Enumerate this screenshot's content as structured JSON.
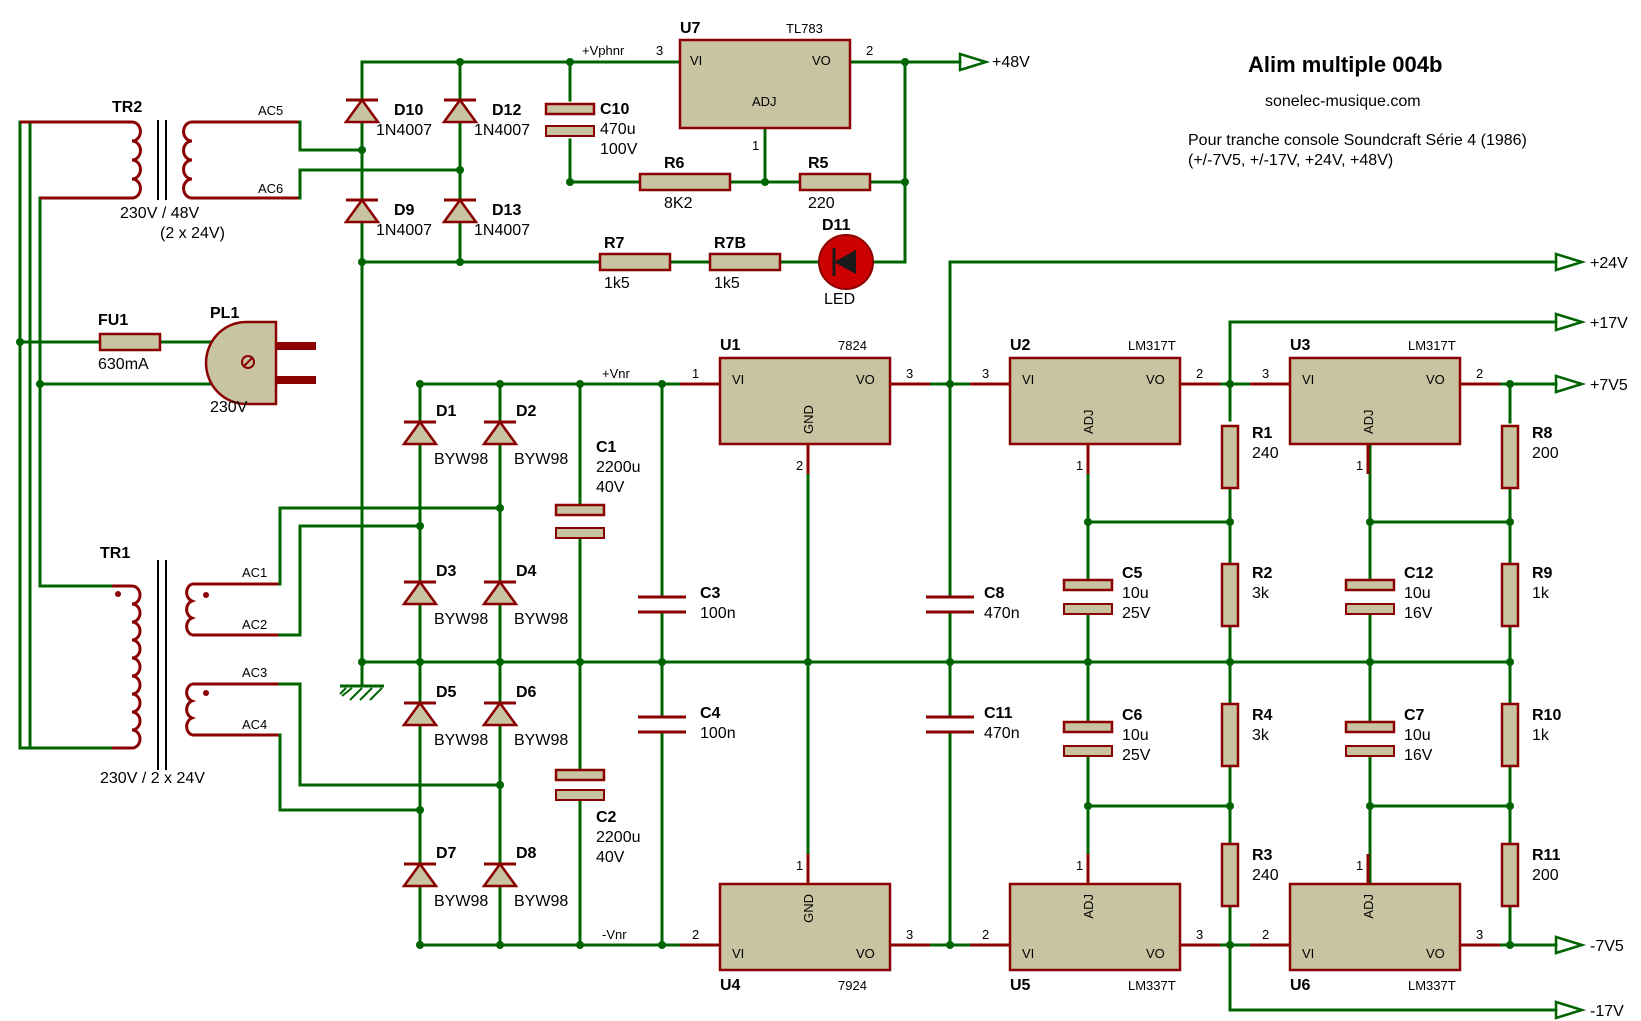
{
  "title": {
    "main": "Alim multiple 004b",
    "site": "sonelec-musique.com",
    "desc1": "Pour tranche console Soundcraft Série 4 (1986)",
    "desc2": "(+/-7V5, +/-17V, +24V, +48V)"
  },
  "nets": {
    "vphnr": "+Vphnr",
    "vnr_pos": "+Vnr",
    "vnr_neg": "-Vnr",
    "out48": "+48V",
    "out24": "+24V",
    "out17": "+17V",
    "out7v5": "+7V5",
    "outm7v5": "-7V5",
    "outm17": "-17V",
    "ac1": "AC1",
    "ac2": "AC2",
    "ac3": "AC3",
    "ac4": "AC4",
    "ac5": "AC5",
    "ac6": "AC6"
  },
  "transformers": {
    "tr1": {
      "ref": "TR1",
      "value": "230V / 2 x 24V"
    },
    "tr2": {
      "ref": "TR2",
      "value": "230V / 48V",
      "value2": "(2 x 24V)"
    }
  },
  "misc": {
    "fu1": {
      "ref": "FU1",
      "value": "630mA"
    },
    "pl1": {
      "ref": "PL1",
      "value": "230V"
    }
  },
  "diodes": {
    "d1": {
      "ref": "D1",
      "value": "BYW98"
    },
    "d2": {
      "ref": "D2",
      "value": "BYW98"
    },
    "d3": {
      "ref": "D3",
      "value": "BYW98"
    },
    "d4": {
      "ref": "D4",
      "value": "BYW98"
    },
    "d5": {
      "ref": "D5",
      "value": "BYW98"
    },
    "d6": {
      "ref": "D6",
      "value": "BYW98"
    },
    "d7": {
      "ref": "D7",
      "value": "BYW98"
    },
    "d8": {
      "ref": "D8",
      "value": "BYW98"
    },
    "d9": {
      "ref": "D9",
      "value": "1N4007"
    },
    "d10": {
      "ref": "D10",
      "value": "1N4007"
    },
    "d12": {
      "ref": "D12",
      "value": "1N4007"
    },
    "d13": {
      "ref": "D13",
      "value": "1N4007"
    },
    "d11": {
      "ref": "D11",
      "value": "LED"
    }
  },
  "capacitors": {
    "c1": {
      "ref": "C1",
      "value": "2200u",
      "volt": "40V"
    },
    "c2": {
      "ref": "C2",
      "value": "2200u",
      "volt": "40V"
    },
    "c3": {
      "ref": "C3",
      "value": "100n"
    },
    "c4": {
      "ref": "C4",
      "value": "100n"
    },
    "c5": {
      "ref": "C5",
      "value": "10u",
      "volt": "25V"
    },
    "c6": {
      "ref": "C6",
      "value": "10u",
      "volt": "25V"
    },
    "c7": {
      "ref": "C7",
      "value": "10u",
      "volt": "16V"
    },
    "c8": {
      "ref": "C8",
      "value": "470n"
    },
    "c10": {
      "ref": "C10",
      "value": "470u",
      "volt": "100V"
    },
    "c11": {
      "ref": "C11",
      "value": "470n"
    },
    "c12": {
      "ref": "C12",
      "value": "10u",
      "volt": "16V"
    }
  },
  "resistors": {
    "r1": {
      "ref": "R1",
      "value": "240"
    },
    "r2": {
      "ref": "R2",
      "value": "3k"
    },
    "r3": {
      "ref": "R3",
      "value": "240"
    },
    "r4": {
      "ref": "R4",
      "value": "3k"
    },
    "r5": {
      "ref": "R5",
      "value": "220"
    },
    "r6": {
      "ref": "R6",
      "value": "8K2"
    },
    "r7": {
      "ref": "R7",
      "value": "1k5"
    },
    "r7b": {
      "ref": "R7B",
      "value": "1k5"
    },
    "r8": {
      "ref": "R8",
      "value": "200"
    },
    "r9": {
      "ref": "R9",
      "value": "1k"
    },
    "r10": {
      "ref": "R10",
      "value": "1k"
    },
    "r11": {
      "ref": "R11",
      "value": "200"
    }
  },
  "regulators": {
    "u1": {
      "ref": "U1",
      "part": "7824",
      "vi": "VI",
      "vo": "VO",
      "mid": "GND",
      "pin_in": "1",
      "pin_out": "3",
      "pin_mid": "2"
    },
    "u2": {
      "ref": "U2",
      "part": "LM317T",
      "vi": "VI",
      "vo": "VO",
      "mid": "ADJ",
      "pin_in": "3",
      "pin_out": "2",
      "pin_mid": "1"
    },
    "u3": {
      "ref": "U3",
      "part": "LM317T",
      "vi": "VI",
      "vo": "VO",
      "mid": "ADJ",
      "pin_in": "3",
      "pin_out": "2",
      "pin_mid": "1"
    },
    "u4": {
      "ref": "U4",
      "part": "7924",
      "vi": "VI",
      "vo": "VO",
      "mid": "GND",
      "pin_in": "2",
      "pin_out": "3",
      "pin_mid": "1"
    },
    "u5": {
      "ref": "U5",
      "part": "LM337T",
      "vi": "VI",
      "vo": "VO",
      "mid": "ADJ",
      "pin_in": "2",
      "pin_out": "3",
      "pin_mid": "1"
    },
    "u6": {
      "ref": "U6",
      "part": "LM337T",
      "vi": "VI",
      "vo": "VO",
      "mid": "ADJ",
      "pin_in": "2",
      "pin_out": "3",
      "pin_mid": "1"
    },
    "u7": {
      "ref": "U7",
      "part": "TL783",
      "vi": "VI",
      "vo": "VO",
      "mid": "ADJ",
      "pin_in": "3",
      "pin_out": "2",
      "pin_mid": "1"
    }
  },
  "colors": {
    "wire": "#006400",
    "part": "#8B0000",
    "body": "#C8C3A0",
    "led": "#CC0000"
  }
}
